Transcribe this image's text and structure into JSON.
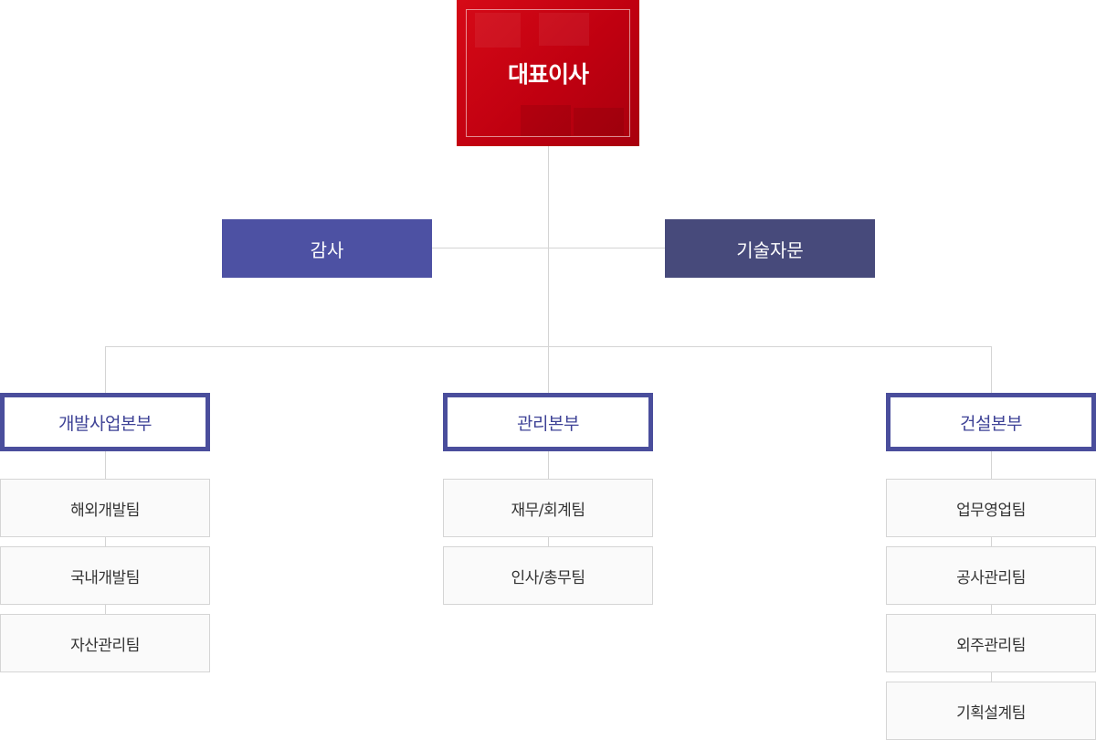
{
  "ceo": {
    "label": "대표이사",
    "color": "#c8000f"
  },
  "staff": {
    "audit": {
      "label": "감사",
      "color": "#4d51a3"
    },
    "advisory": {
      "label": "기술자문",
      "color": "#474a7b"
    }
  },
  "divisions": [
    {
      "label": "개발사업본부",
      "teams": [
        "해외개발팀",
        "국내개발팀",
        "자산관리팀"
      ]
    },
    {
      "label": "관리본부",
      "teams": [
        "재무/회계팀",
        "인사/총무팀"
      ]
    },
    {
      "label": "건설본부",
      "teams": [
        "업무영업팀",
        "공사관리팀",
        "외주관리팀",
        "기획설계팀"
      ]
    }
  ],
  "colors": {
    "division_border": "#4a4e9c",
    "connector": "#d4d4d4"
  }
}
